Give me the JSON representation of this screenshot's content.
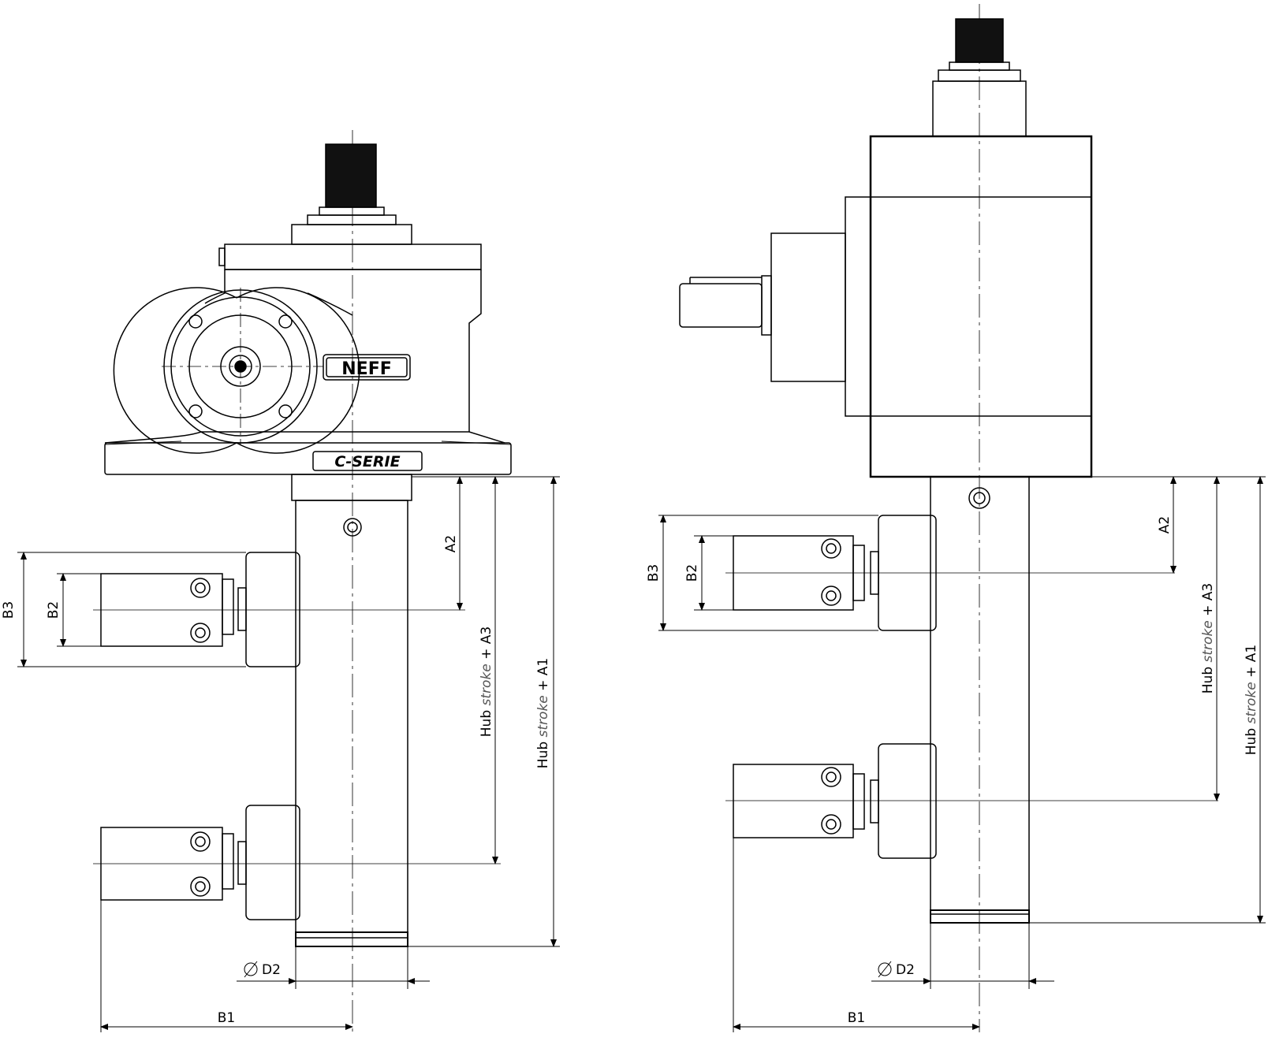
{
  "labels": {
    "brand": "NEFF",
    "series": "C-SERIE",
    "a1": "Hub stroke + A1",
    "a2": "A2",
    "a3": "Hub stroke + A3",
    "b1": "B1",
    "b2": "B2",
    "b3": "B3",
    "d2": "D2",
    "hub": "Hub",
    "stroke": "stroke",
    "plus_a1": "+ A1",
    "plus_a3": "+ A3"
  }
}
